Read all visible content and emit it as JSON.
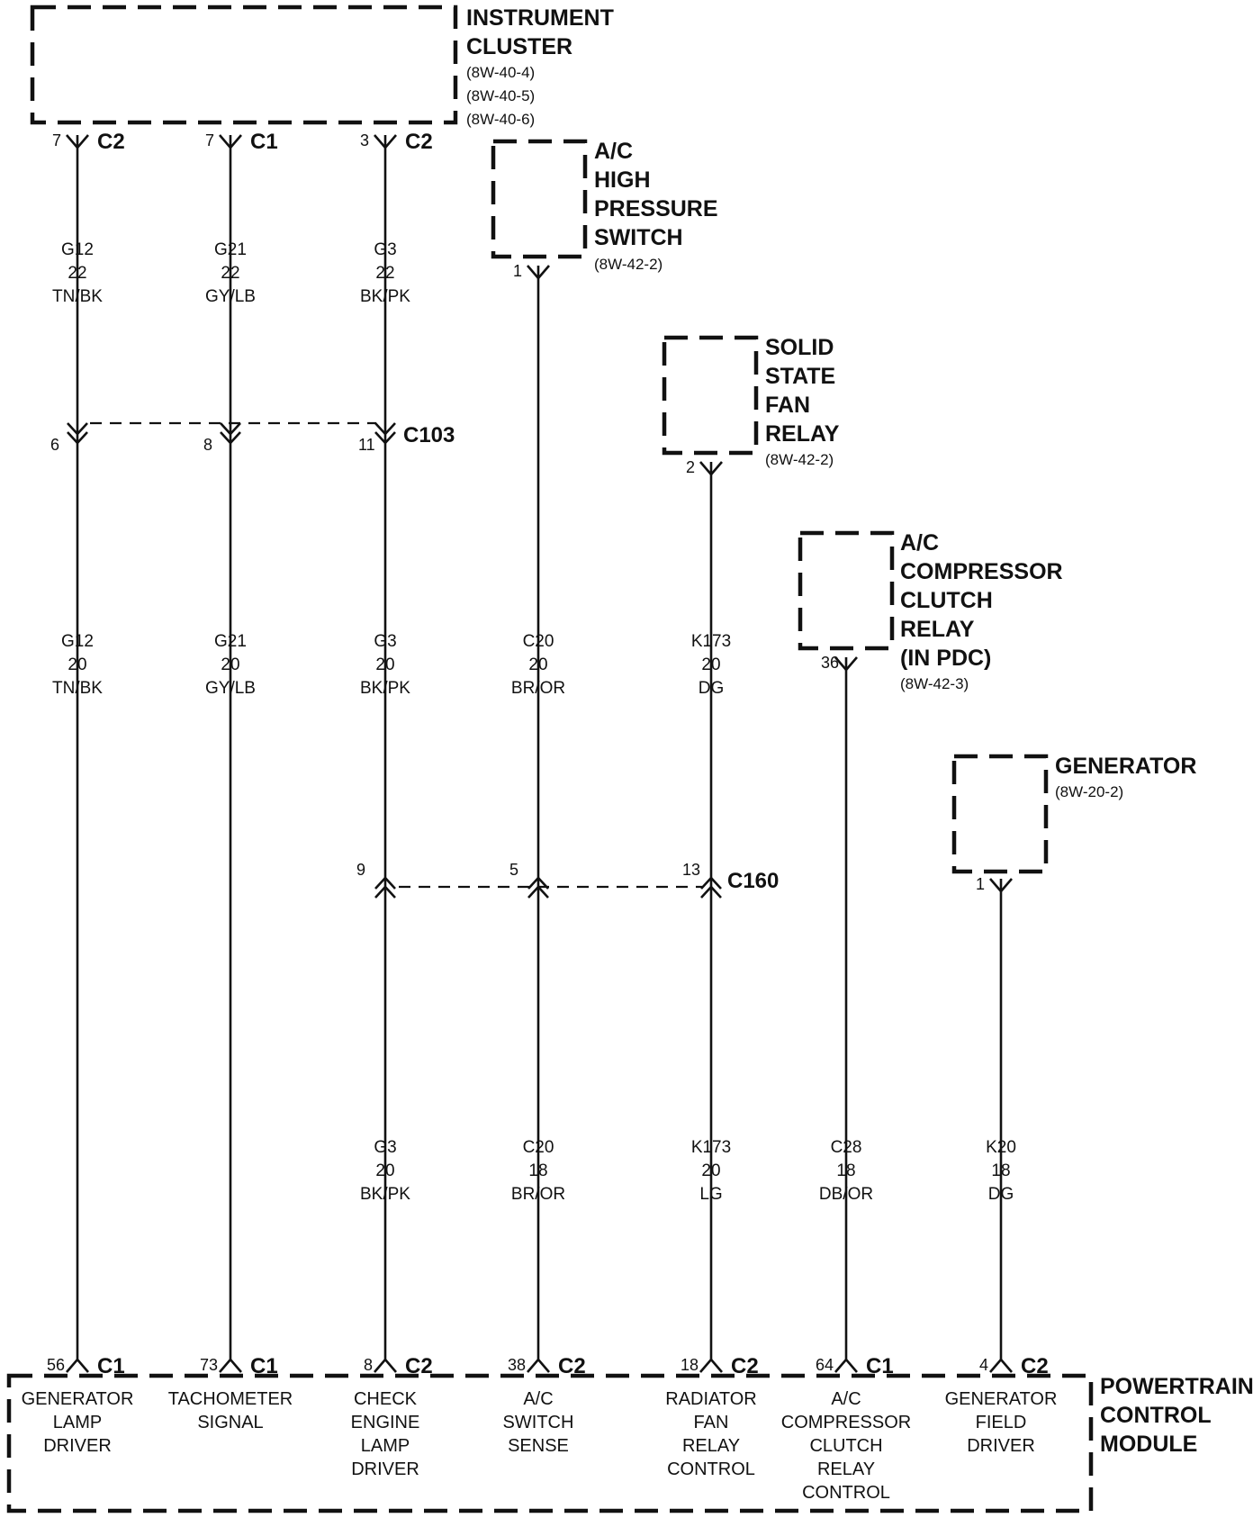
{
  "components": {
    "instrument_cluster": {
      "lines": [
        "INSTRUMENT",
        "CLUSTER"
      ],
      "refs": [
        "(8W-40-4)",
        "(8W-40-5)",
        "(8W-40-6)"
      ]
    },
    "ac_high_pressure_switch": {
      "lines": [
        "A/C",
        "HIGH",
        "PRESSURE",
        "SWITCH"
      ],
      "refs": [
        "(8W-42-2)"
      ]
    },
    "solid_state_fan_relay": {
      "lines": [
        "SOLID",
        "STATE",
        "FAN",
        "RELAY"
      ],
      "refs": [
        "(8W-42-2)"
      ]
    },
    "ac_compressor_clutch_relay": {
      "lines": [
        "A/C",
        "COMPRESSOR",
        "CLUTCH",
        "RELAY",
        "(IN PDC)"
      ],
      "refs": [
        "(8W-42-3)"
      ]
    },
    "generator": {
      "lines": [
        "GENERATOR"
      ],
      "refs": [
        "(8W-20-2)"
      ]
    },
    "pcm": {
      "lines": [
        "POWERTRAIN",
        "CONTROL",
        "MODULE"
      ]
    }
  },
  "connectors": {
    "c103": "C103",
    "c160": "C160"
  },
  "circuits": [
    {
      "id": "g12",
      "top_pin": "7",
      "top_conn": "C2",
      "seg1": [
        "G12",
        "22",
        "TN/BK"
      ],
      "c103_pin": "6",
      "seg2": [
        "G12",
        "20",
        "TN/BK"
      ],
      "pcm_pin": "56",
      "pcm_conn": "C1",
      "pcm_label": [
        "GENERATOR",
        "LAMP",
        "DRIVER"
      ]
    },
    {
      "id": "g21",
      "top_pin": "7",
      "top_conn": "C1",
      "seg1": [
        "G21",
        "22",
        "GY/LB"
      ],
      "c103_pin": "8",
      "seg2": [
        "G21",
        "20",
        "GY/LB"
      ],
      "pcm_pin": "73",
      "pcm_conn": "C1",
      "pcm_label": [
        "TACHOMETER",
        "SIGNAL"
      ]
    },
    {
      "id": "g3",
      "top_pin": "3",
      "top_conn": "C2",
      "seg1": [
        "G3",
        "22",
        "BK/PK"
      ],
      "c103_pin": "11",
      "seg2": [
        "G3",
        "20",
        "BK/PK"
      ],
      "c160_pin": "9",
      "seg3": [
        "G3",
        "20",
        "BK/PK"
      ],
      "pcm_pin": "8",
      "pcm_conn": "C2",
      "pcm_label": [
        "CHECK",
        "ENGINE",
        "LAMP",
        "DRIVER"
      ]
    },
    {
      "id": "c20",
      "top_pin": "1",
      "seg2": [
        "C20",
        "20",
        "BR/OR"
      ],
      "c160_pin": "5",
      "seg3": [
        "C20",
        "18",
        "BR/OR"
      ],
      "pcm_pin": "38",
      "pcm_conn": "C2",
      "pcm_label": [
        "A/C",
        "SWITCH",
        "SENSE"
      ]
    },
    {
      "id": "k173",
      "top_pin": "2",
      "seg2": [
        "K173",
        "20",
        "DG"
      ],
      "c160_pin": "13",
      "seg3": [
        "K173",
        "20",
        "LG"
      ],
      "pcm_pin": "18",
      "pcm_conn": "C2",
      "pcm_label": [
        "RADIATOR",
        "FAN",
        "RELAY",
        "CONTROL"
      ]
    },
    {
      "id": "c28",
      "top_pin": "36",
      "seg3": [
        "C28",
        "18",
        "DB/OR"
      ],
      "pcm_pin": "64",
      "pcm_conn": "C1",
      "pcm_label": [
        "A/C",
        "COMPRESSOR",
        "CLUTCH",
        "RELAY",
        "CONTROL"
      ]
    },
    {
      "id": "k20",
      "top_pin": "1",
      "seg3": [
        "K20",
        "18",
        "DG"
      ],
      "pcm_pin": "4",
      "pcm_conn": "C2",
      "pcm_label": [
        "GENERATOR",
        "FIELD",
        "DRIVER"
      ]
    }
  ]
}
